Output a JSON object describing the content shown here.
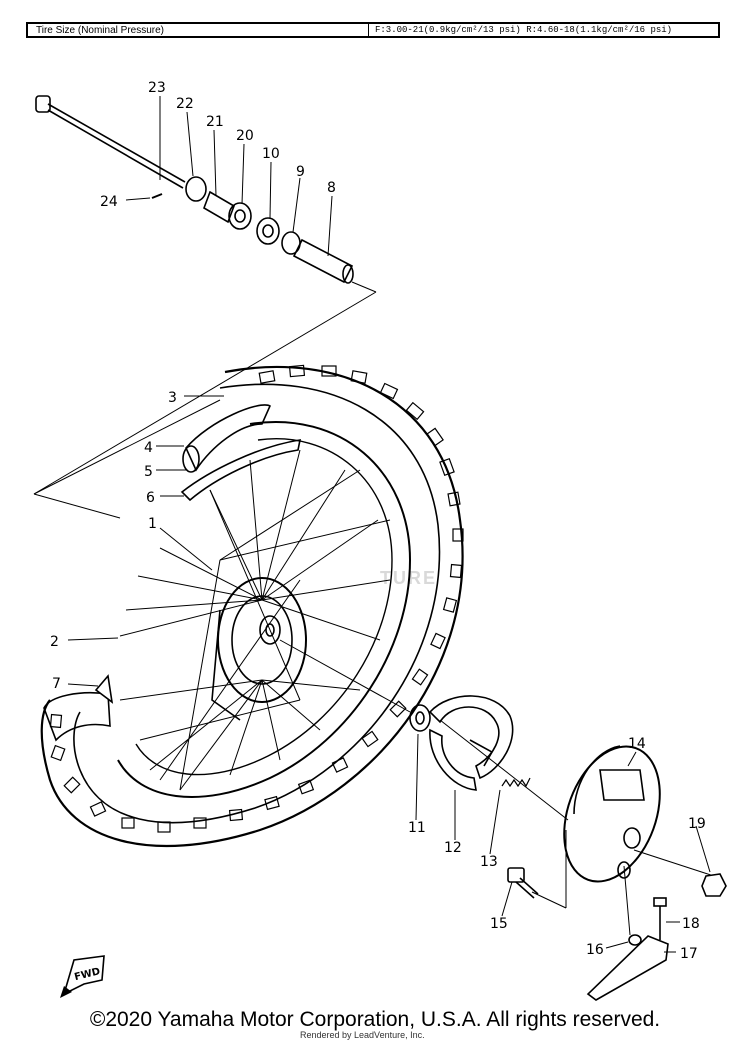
{
  "spec_bar": {
    "label": "Tire Size (Nominal Pressure)",
    "value": "F:3.00-21(0.9kg/cm²/13 psi) R:4.60-18(1.1kg/cm²/16 psi)"
  },
  "callouts": [
    "1",
    "2",
    "3",
    "4",
    "5",
    "6",
    "7",
    "8",
    "9",
    "10",
    "11",
    "12",
    "13",
    "14",
    "15",
    "16",
    "17",
    "18",
    "19",
    "20",
    "21",
    "22",
    "23",
    "24"
  ],
  "fwd_label": "FWD",
  "watermark": "TURE",
  "footer": {
    "copyright": "©2020 Yamaha Motor Corporation, U.S.A. All rights reserved.",
    "credit": "Rendered by LeadVenture, Inc."
  }
}
